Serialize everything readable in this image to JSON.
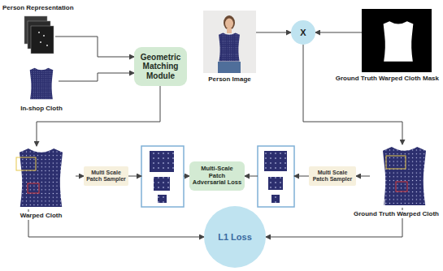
{
  "diagram": {
    "nodes": [
      {
        "text": [
          "Person Representation"
        ]
      },
      {
        "text": [
          "In-shop Cloth"
        ]
      },
      {
        "text": [
          "Geometric Matching Module"
        ]
      },
      {
        "text": [
          "Person Image"
        ]
      },
      {
        "text": [
          "X"
        ]
      },
      {
        "text": [
          "Ground Truth Warped Cloth Mask"
        ]
      },
      {
        "text": [
          "Warped Cloth"
        ]
      },
      {
        "text": [
          "Multi Scale Patch Sampler"
        ]
      },
      {
        "text": [
          "Multi-Scale Patch Adversarial Loss"
        ]
      },
      {
        "text": [
          "Multi Scale Patch Sampler"
        ]
      },
      {
        "text": [
          "Ground Truth Warped Cloth"
        ]
      },
      {
        "text": [
          "L1 Loss"
        ]
      }
    ],
    "edges": [
      {
        "from": 0,
        "to": 2,
        "arrow": "to"
      },
      {
        "from": 1,
        "to": 2,
        "arrow": "to"
      },
      {
        "from": 3,
        "to": 4,
        "arrow": "to"
      },
      {
        "from": 5,
        "to": 4,
        "arrow": "to"
      },
      {
        "from": 2,
        "to": 6,
        "arrow": "to"
      },
      {
        "from": 4,
        "to": 10,
        "arrow": "to"
      },
      {
        "from": 6,
        "to": 7,
        "arrow": "to"
      },
      {
        "from": 10,
        "to": 9,
        "arrow": "to"
      },
      {
        "from": 6,
        "to": 11,
        "arrow": "to"
      },
      {
        "from": 10,
        "to": 11,
        "arrow": "to"
      }
    ]
  }
}
